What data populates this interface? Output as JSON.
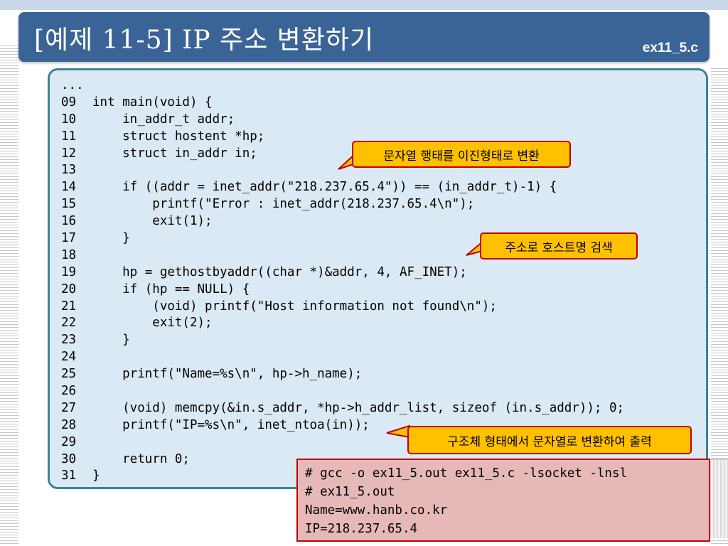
{
  "title": "[예제 11-5] IP 주소 변환하기",
  "filename": "ex11_5.c",
  "code": [
    {
      "ln": "...",
      "src": ""
    },
    {
      "ln": "09",
      "src": "int main(void) {"
    },
    {
      "ln": "10",
      "src": "    in_addr_t addr;"
    },
    {
      "ln": "11",
      "src": "    struct hostent *hp;"
    },
    {
      "ln": "12",
      "src": "    struct in_addr in;"
    },
    {
      "ln": "13",
      "src": ""
    },
    {
      "ln": "14",
      "src": "    if ((addr = inet_addr(\"218.237.65.4\")) == (in_addr_t)-1) {"
    },
    {
      "ln": "15",
      "src": "        printf(\"Error : inet_addr(218.237.65.4\\n\");"
    },
    {
      "ln": "16",
      "src": "        exit(1);"
    },
    {
      "ln": "17",
      "src": "    }"
    },
    {
      "ln": "18",
      "src": ""
    },
    {
      "ln": "19",
      "src": "    hp = gethostbyaddr((char *)&addr, 4, AF_INET);"
    },
    {
      "ln": "20",
      "src": "    if (hp == NULL) {"
    },
    {
      "ln": "21",
      "src": "        (void) printf(\"Host information not found\\n\");"
    },
    {
      "ln": "22",
      "src": "        exit(2);"
    },
    {
      "ln": "23",
      "src": "    }"
    },
    {
      "ln": "24",
      "src": ""
    },
    {
      "ln": "25",
      "src": "    printf(\"Name=%s\\n\", hp->h_name);"
    },
    {
      "ln": "26",
      "src": ""
    },
    {
      "ln": "27",
      "src": "    (void) memcpy(&in.s_addr, *hp->h_addr_list, sizeof (in.s_addr)); 0;"
    },
    {
      "ln": "28",
      "src": "    printf(\"IP=%s\\n\", inet_ntoa(in));"
    },
    {
      "ln": "29",
      "src": ""
    },
    {
      "ln": "30",
      "src": "    return 0;"
    },
    {
      "ln": "31",
      "src": "}"
    }
  ],
  "callouts": {
    "binary": "문자열 행태를 이진형태로 변환",
    "lookup": "주소로 호스트명 검색",
    "struct_to_string": "구조체 형태에서 문자열로 변환하여 출력"
  },
  "terminal": [
    "# gcc -o ex11_5.out ex11_5.c -lsocket -lnsl",
    "# ex11_5.out",
    "Name=www.hanb.co.kr",
    "IP=218.237.65.4"
  ],
  "colors": {
    "title_bar": "#3b6496",
    "code_panel": "#dbe9f5",
    "code_border": "#3f8296",
    "callout_fill": "#ffc000",
    "callout_border": "#c00000",
    "terminal_fill": "#e6b9b8"
  }
}
